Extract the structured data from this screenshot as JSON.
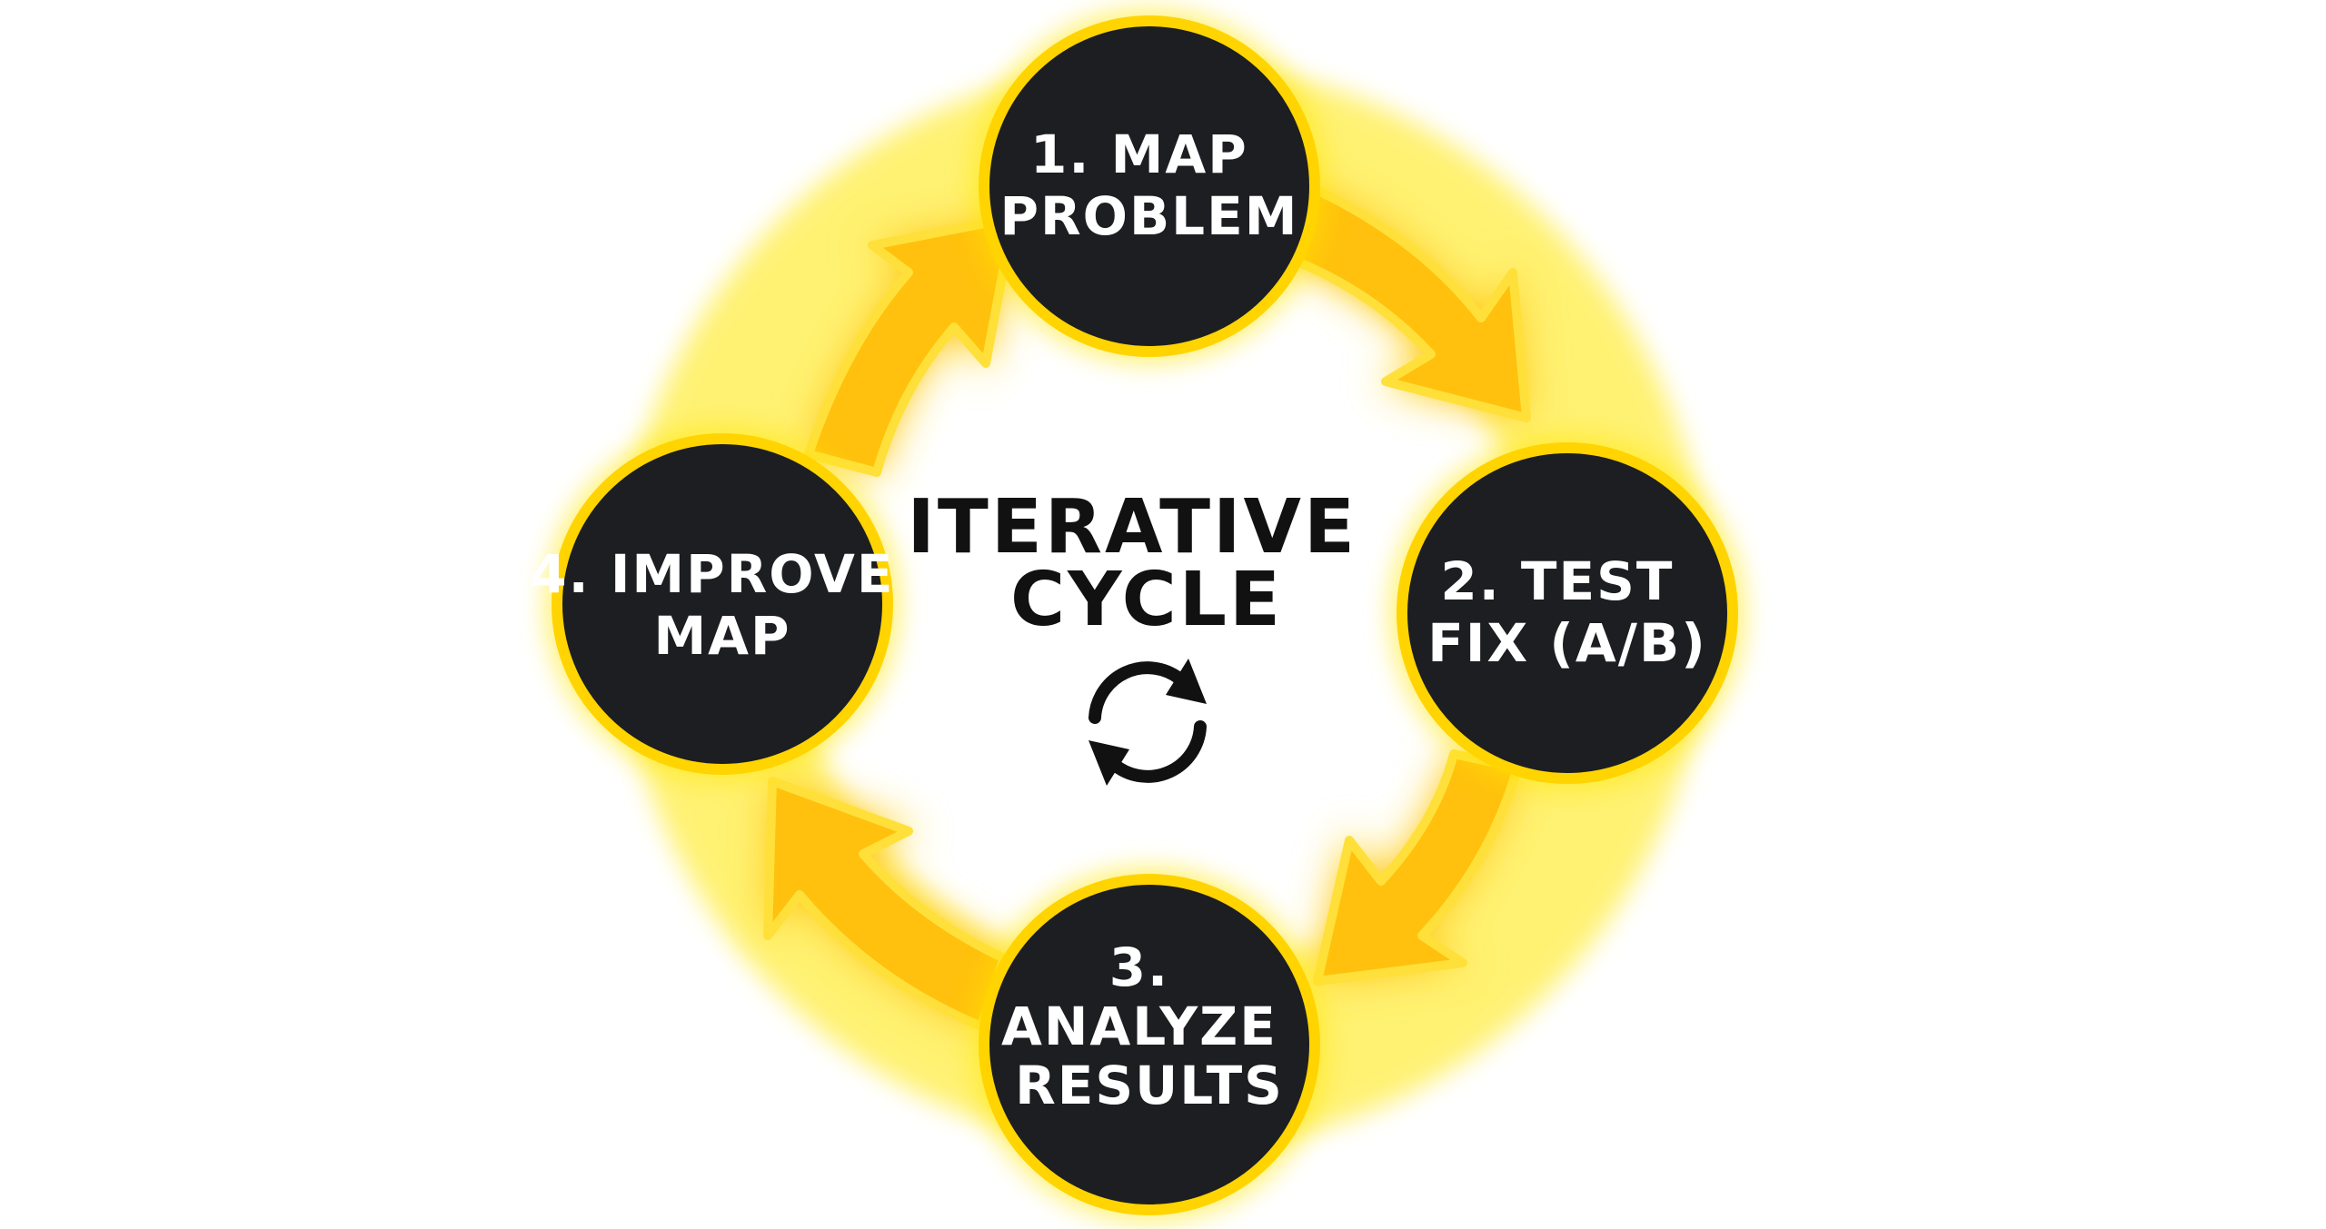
{
  "center": {
    "title_line1": "ITERATIVE",
    "title_line2": "CYCLE",
    "icon": "refresh-icon"
  },
  "steps": [
    {
      "lines": [
        "1. MAP",
        "PROBLEM"
      ]
    },
    {
      "lines": [
        "2. TEST",
        "FIX (A/B)"
      ]
    },
    {
      "lines": [
        "3.",
        "ANALYZE",
        "RESULTS"
      ]
    },
    {
      "lines": [
        "4. IMPROVE",
        "MAP"
      ]
    }
  ],
  "colors": {
    "arrow": "#FFC107",
    "arrow_highlight": "#FFE03A",
    "glow": "#FFE100",
    "node_fill": "#1C1E22",
    "node_ring": "#FFD400",
    "node_text": "#FFFFFF",
    "title_text": "#111111",
    "background": "#FFFFFF"
  }
}
